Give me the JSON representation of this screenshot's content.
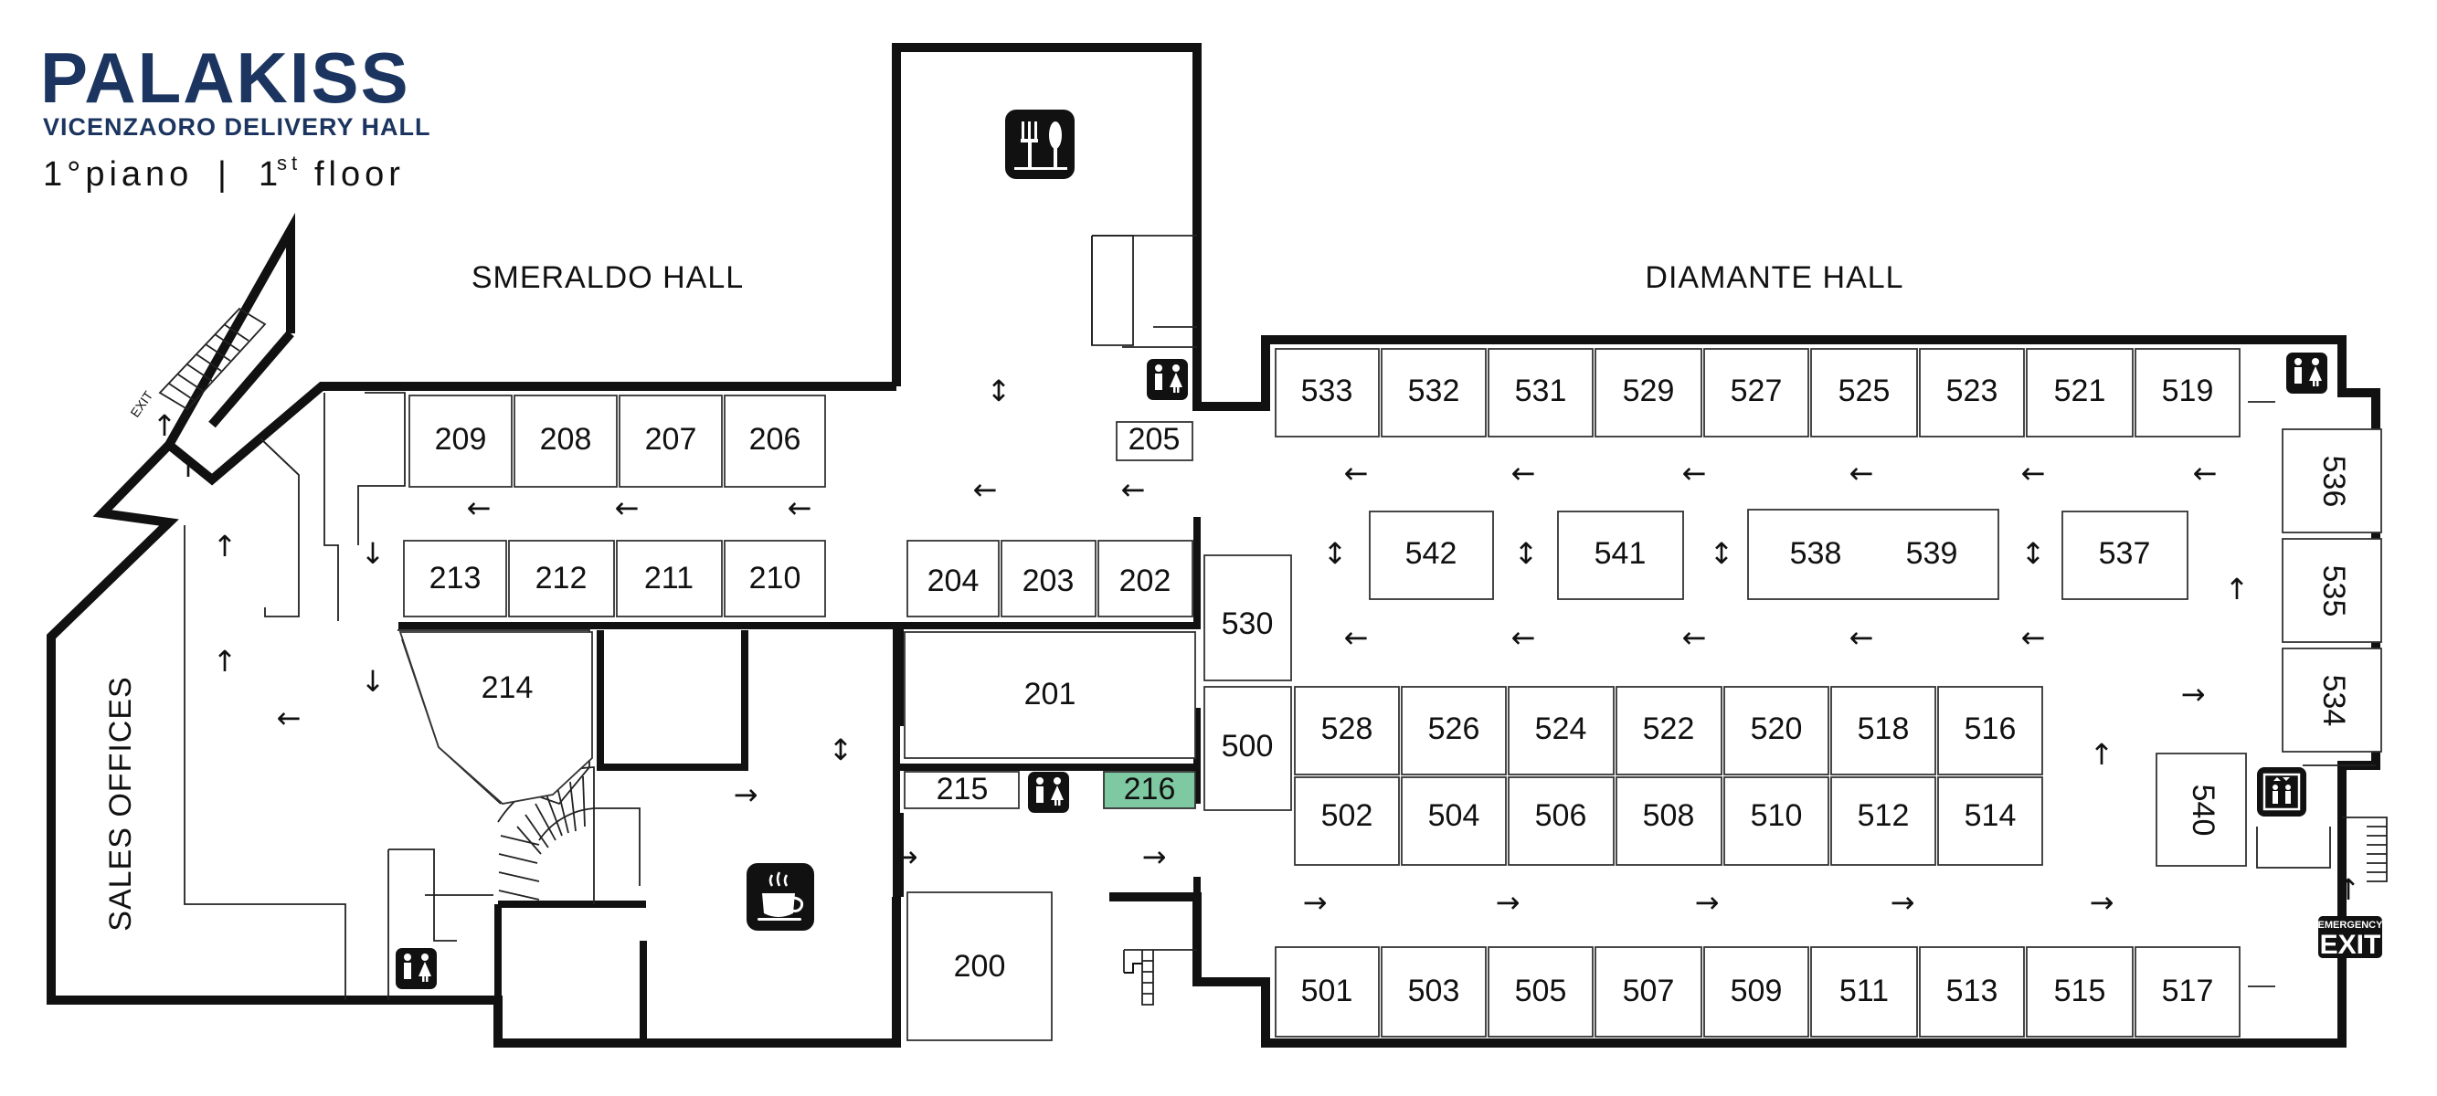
{
  "brand": {
    "name": "PALAKISS",
    "subtitle": "VICENZAORO DELIVERY HALL",
    "floor_it": "1°piano",
    "floor_sep": "|",
    "floor_en_num": "1",
    "floor_en_sup": "st",
    "floor_en_word": "floor"
  },
  "halls": {
    "smeraldo": "SMERALDO HALL",
    "diamante": "DIAMANTE HALL",
    "sales": "SALES OFFICES"
  },
  "booths": {
    "b200": "200",
    "b201": "201",
    "b202": "202",
    "b203": "203",
    "b204": "204",
    "b205": "205",
    "b206": "206",
    "b207": "207",
    "b208": "208",
    "b209": "209",
    "b210": "210",
    "b211": "211",
    "b212": "212",
    "b213": "213",
    "b214": "214",
    "b215": "215",
    "b216": "216",
    "b500": "500",
    "b501": "501",
    "b502": "502",
    "b503": "503",
    "b504": "504",
    "b505": "505",
    "b506": "506",
    "b507": "507",
    "b508": "508",
    "b509": "509",
    "b510": "510",
    "b511": "511",
    "b512": "512",
    "b513": "513",
    "b514": "514",
    "b515": "515",
    "b516": "516",
    "b517": "517",
    "b518": "518",
    "b519": "519",
    "b520": "520",
    "b521": "521",
    "b522": "522",
    "b523": "523",
    "b524": "524",
    "b525": "525",
    "b526": "526",
    "b527": "527",
    "b528": "528",
    "b529": "529",
    "b530": "530",
    "b531": "531",
    "b532": "532",
    "b533": "533",
    "b534": "534",
    "b535": "535",
    "b536": "536",
    "b537": "537",
    "b538": "538",
    "b539": "539",
    "b540": "540",
    "b541": "541",
    "b542": "542"
  },
  "highlight_color": "#7ec8a2",
  "brand_color": "#1c3560",
  "signs": {
    "exit_small": "EXIT",
    "emergency_line1": "EMERGENCY",
    "emergency_line2": "EXIT"
  },
  "icons": [
    "restaurant-icon",
    "cafe-icon",
    "restroom-icon",
    "elevator-icon",
    "stairs-icon",
    "emergency-exit-icon"
  ]
}
